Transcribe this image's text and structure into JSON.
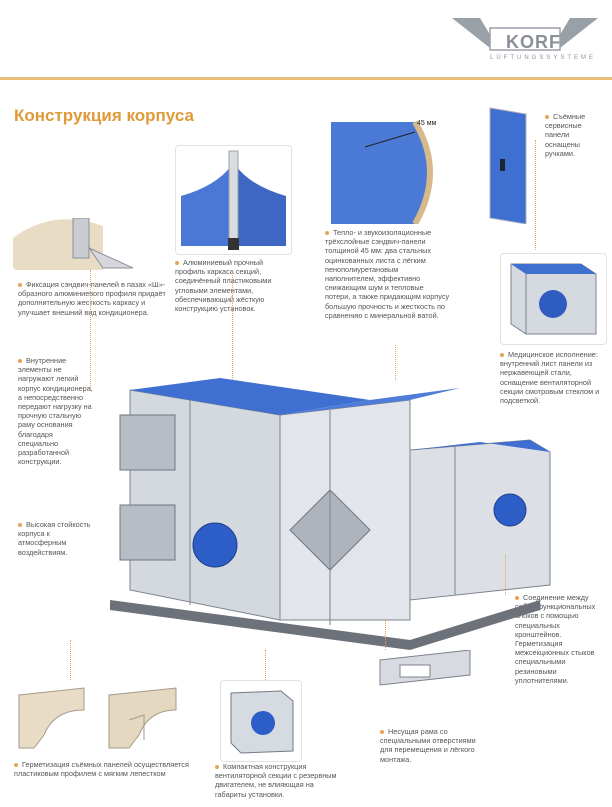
{
  "brand": {
    "name": "KORF",
    "tagline": "LÜFTUNGSSYSTEME"
  },
  "title": "Конструкция корпуса",
  "notes": {
    "frame_fix": "Фиксация сэндвич-панелей в пазах «Ш»-образного алюминиевого профиля придаёт дополнительную жесткость каркасу и улучшает внешний вид кондиционера.",
    "internal": "Внутренние элементы не нагружают легкий корпус кондиционера, а непосредственно передают нагрузку на прочную стальную раму основания благодаря специально разработанной конструкции.",
    "resistance": "Высокая стойкость корпуса к атмосферным воздействиям.",
    "aluminum": "Алюминиевый прочный профиль каркаса секций, соединённый пластиковыми угловыми элементами, обеспечивающий жёсткую конструкцию установок.",
    "panels": "Тепло- и звукоизоляционные трёхслойные сэндвич-панели толщиной 45 мм: два стальных оцинкованных листа с лёгким пенополиуретановым наполнителем, эффективно снижающим шум и тепловые потери, а также придающим корпусу большую прочность и жесткость по сравнению с минеральной ватой.",
    "thickness": "45 мм",
    "removable": "Съёмные сервисные панели оснащены ручками.",
    "medical": "Медицинское исполнение: внутренний лист панели из нержавеющей стали, оснащение вентиляторной секции смотровым стеклом и подсветкой.",
    "connection": "Соединение между собой функциональных блоков с помощью специальных кронштейнов. Герметизация межсекционных стыков специальными резиновыми уплотнителями.",
    "sealing": "Герметизация съёмных панелей осуществляется пластиковым профилем с мягким лепестком",
    "compact": "Компактная конструкция вентиляторной секции с резервным двигателем, не влияющая на габариты установки.",
    "base": "Несущая рама со специальными отверстиями для перемещения и лёгкого монтажа."
  },
  "colors": {
    "accent": "#e09a3a",
    "panel_blue": "#3f6fd0",
    "frame_grey": "#b9bec6"
  }
}
